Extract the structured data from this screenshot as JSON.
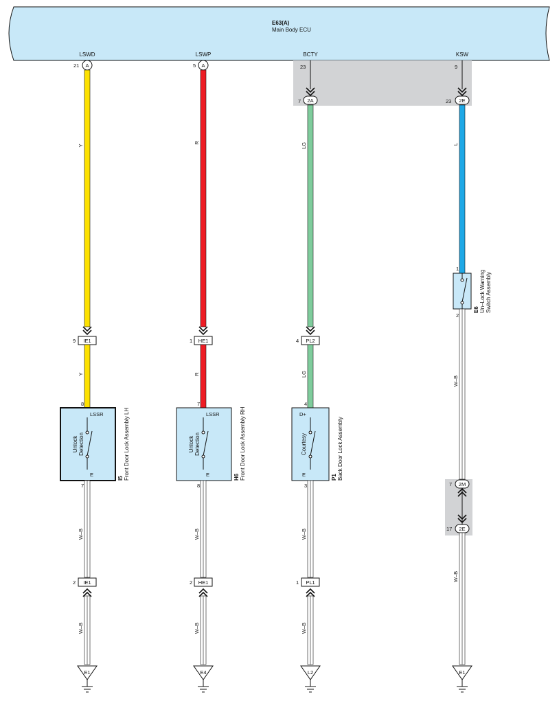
{
  "ecu": {
    "code": "E63(A)",
    "name": "Main Body ECU"
  },
  "colors": {
    "ecu_fill": "#c8e8f8",
    "component_fill": "#c8e8f8",
    "shade": "#d2d3d5",
    "Y": "#fde100",
    "R": "#ee1c24",
    "LG": "#7fcc9c",
    "L": "#1ea8e6",
    "WB": "#ffffff"
  },
  "circuits": [
    {
      "terminal": "LSWD",
      "pin": "21",
      "conn": "A",
      "wire": "Y",
      "junction1": {
        "pin": "9",
        "label": "IE1"
      },
      "comp": {
        "pin_top": "8",
        "term_top": "LSSR",
        "func": [
          "Unlock",
          "Detection"
        ],
        "term_bot": "E",
        "pin_bot": "7",
        "code": "I5",
        "name": "Front Door Lock Assembly LH"
      },
      "wire_lower": "W–B",
      "junction2": {
        "pin": "2",
        "label": "IE1"
      },
      "ground": "E1"
    },
    {
      "terminal": "LSWP",
      "pin": "5",
      "conn": "A",
      "wire": "R",
      "junction1": {
        "pin": "1",
        "label": "HE1"
      },
      "comp": {
        "pin_top": "7",
        "term_top": "LSSR",
        "func": [
          "Unlock",
          "Detection"
        ],
        "term_bot": "E",
        "pin_bot": "8",
        "code": "H6",
        "name": "Front Door Lock Assembly RH"
      },
      "wire_lower": "W–B",
      "junction2": {
        "pin": "2",
        "label": "HE1"
      },
      "ground": "E4"
    },
    {
      "terminal": "BCTY",
      "pin": "23",
      "conn_pin": "7",
      "conn": "2A",
      "wire": "LG",
      "junction1": {
        "pin": "4",
        "label": "PL2"
      },
      "comp": {
        "pin_top": "4",
        "term_top": "D+",
        "func": [
          "Courtesy"
        ],
        "term_bot": "E",
        "pin_bot": "3",
        "code": "P1",
        "name": "Back Door Lock Assembly"
      },
      "wire_lower": "W–B",
      "junction2": {
        "pin": "1",
        "label": "PL1"
      },
      "ground": "L2"
    },
    {
      "terminal": "KSW",
      "pin": "9",
      "conn_pin": "23",
      "conn": "2E",
      "wire": "L",
      "switch": {
        "pin_top": "1",
        "pin_bot": "2",
        "code": "E6",
        "name": [
          "Un–Lock Warning",
          "Switch Assembly"
        ]
      },
      "wire_lower": "W–B",
      "mid_conn": {
        "pin_a": "7",
        "conn_a": "2M",
        "pin_b": "17",
        "conn_b": "2E"
      },
      "wire_lower2": "W–B",
      "ground": "E1"
    }
  ]
}
